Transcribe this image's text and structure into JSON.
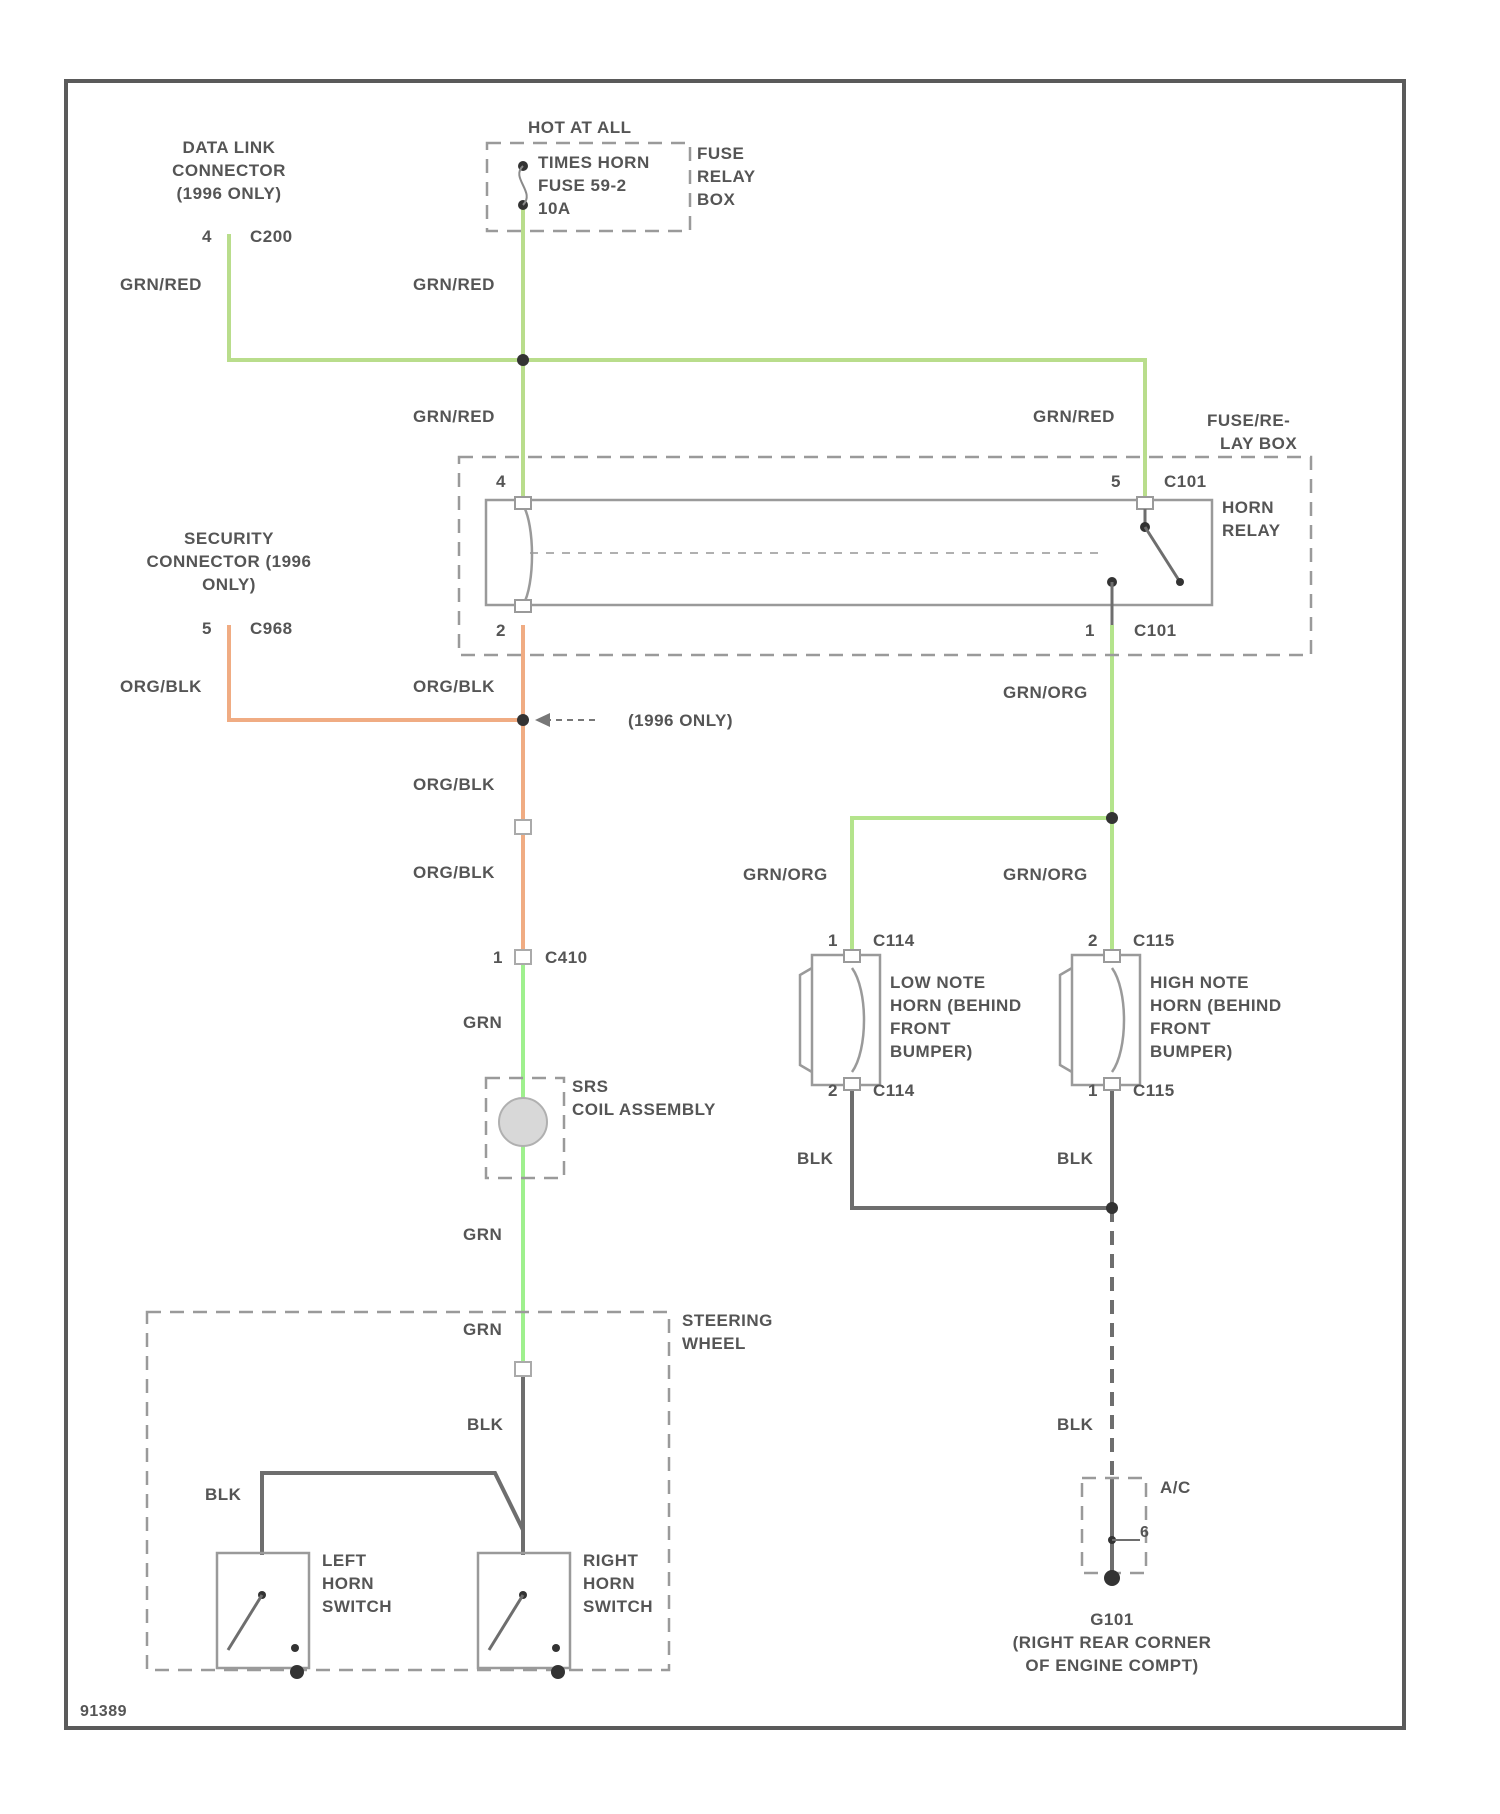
{
  "colors": {
    "green_red": "#b9dd8c",
    "orange_black": "#f0ac83",
    "green_orange": "#b4e48c",
    "green": "#9ff08e",
    "black": "#6e6e6e"
  },
  "labels": {
    "data_link_connector": [
      "DATA LINK",
      "CONNECTOR",
      "(1996 ONLY)"
    ],
    "dlc_pin": "4",
    "dlc_conn": "C200",
    "hot_at_all": "HOT AT ALL",
    "fuse_lines": [
      "TIMES HORN",
      "FUSE 59-2",
      "10A"
    ],
    "fuse_relay_box": [
      "FUSE",
      "RELAY",
      "BOX"
    ],
    "wire_gr_red_dlc": "GRN/RED",
    "wire_gr_red_fuse": "GRN/RED",
    "wire_gr_red_relay_left": "GRN/RED",
    "wire_gr_red_relay_right": "GRN/RED",
    "fuse_relay_box2": [
      "FUSE/RE-",
      "LAY BOX"
    ],
    "relay_pin4": "4",
    "relay_pin5": "5",
    "relay_conn_top": "C101",
    "horn_relay": [
      "HORN",
      "RELAY"
    ],
    "relay_pin2": "2",
    "relay_pin1": "1",
    "relay_conn_bottom": "C101",
    "security_connector": [
      "SECURITY",
      "CONNECTOR (1996",
      "ONLY)"
    ],
    "sec_pin": "5",
    "sec_conn": "C968",
    "wire_org_blk_sec": "ORG/BLK",
    "wire_org_blk_relay": "ORG/BLK",
    "only_1996": "(1996 ONLY)",
    "wire_org_blk_1": "ORG/BLK",
    "wire_org_blk_2": "ORG/BLK",
    "srs_pin": "1",
    "srs_conn": "C410",
    "wire_grn_1": "GRN",
    "srs_coil": [
      "SRS",
      "COIL ASSEMBLY"
    ],
    "wire_grn_2": "GRN",
    "wire_grn_3": "GRN",
    "steering_wheel": [
      "STEERING",
      "WHEEL"
    ],
    "wire_blk_sw": "BLK",
    "wire_blk_left": "BLK",
    "left_horn_switch": [
      "LEFT",
      "HORN",
      "SWITCH"
    ],
    "right_horn_switch": [
      "RIGHT",
      "HORN",
      "SWITCH"
    ],
    "wire_grn_org_relay": "GRN/ORG",
    "wire_grn_org_low": "GRN/ORG",
    "wire_grn_org_high": "GRN/ORG",
    "low_pin_top": "1",
    "low_conn_top": "C114",
    "high_pin_top": "2",
    "high_conn_top": "C115",
    "low_note_horn": [
      "LOW NOTE",
      "HORN (BEHIND",
      "FRONT",
      "BUMPER)"
    ],
    "high_note_horn": [
      "HIGH NOTE",
      "HORN (BEHIND",
      "FRONT",
      "BUMPER)"
    ],
    "low_pin_bottom": "2",
    "low_conn_bottom": "C114",
    "high_pin_bottom": "1",
    "high_conn_bottom": "C115",
    "wire_blk_low": "BLK",
    "wire_blk_high": "BLK",
    "wire_blk_ground": "BLK",
    "ground_conn": "A/C",
    "ground_pin": "6",
    "ground_lines": [
      "G101",
      "(RIGHT REAR CORNER",
      "OF ENGINE COMPT)"
    ],
    "figure_id": "91389"
  }
}
